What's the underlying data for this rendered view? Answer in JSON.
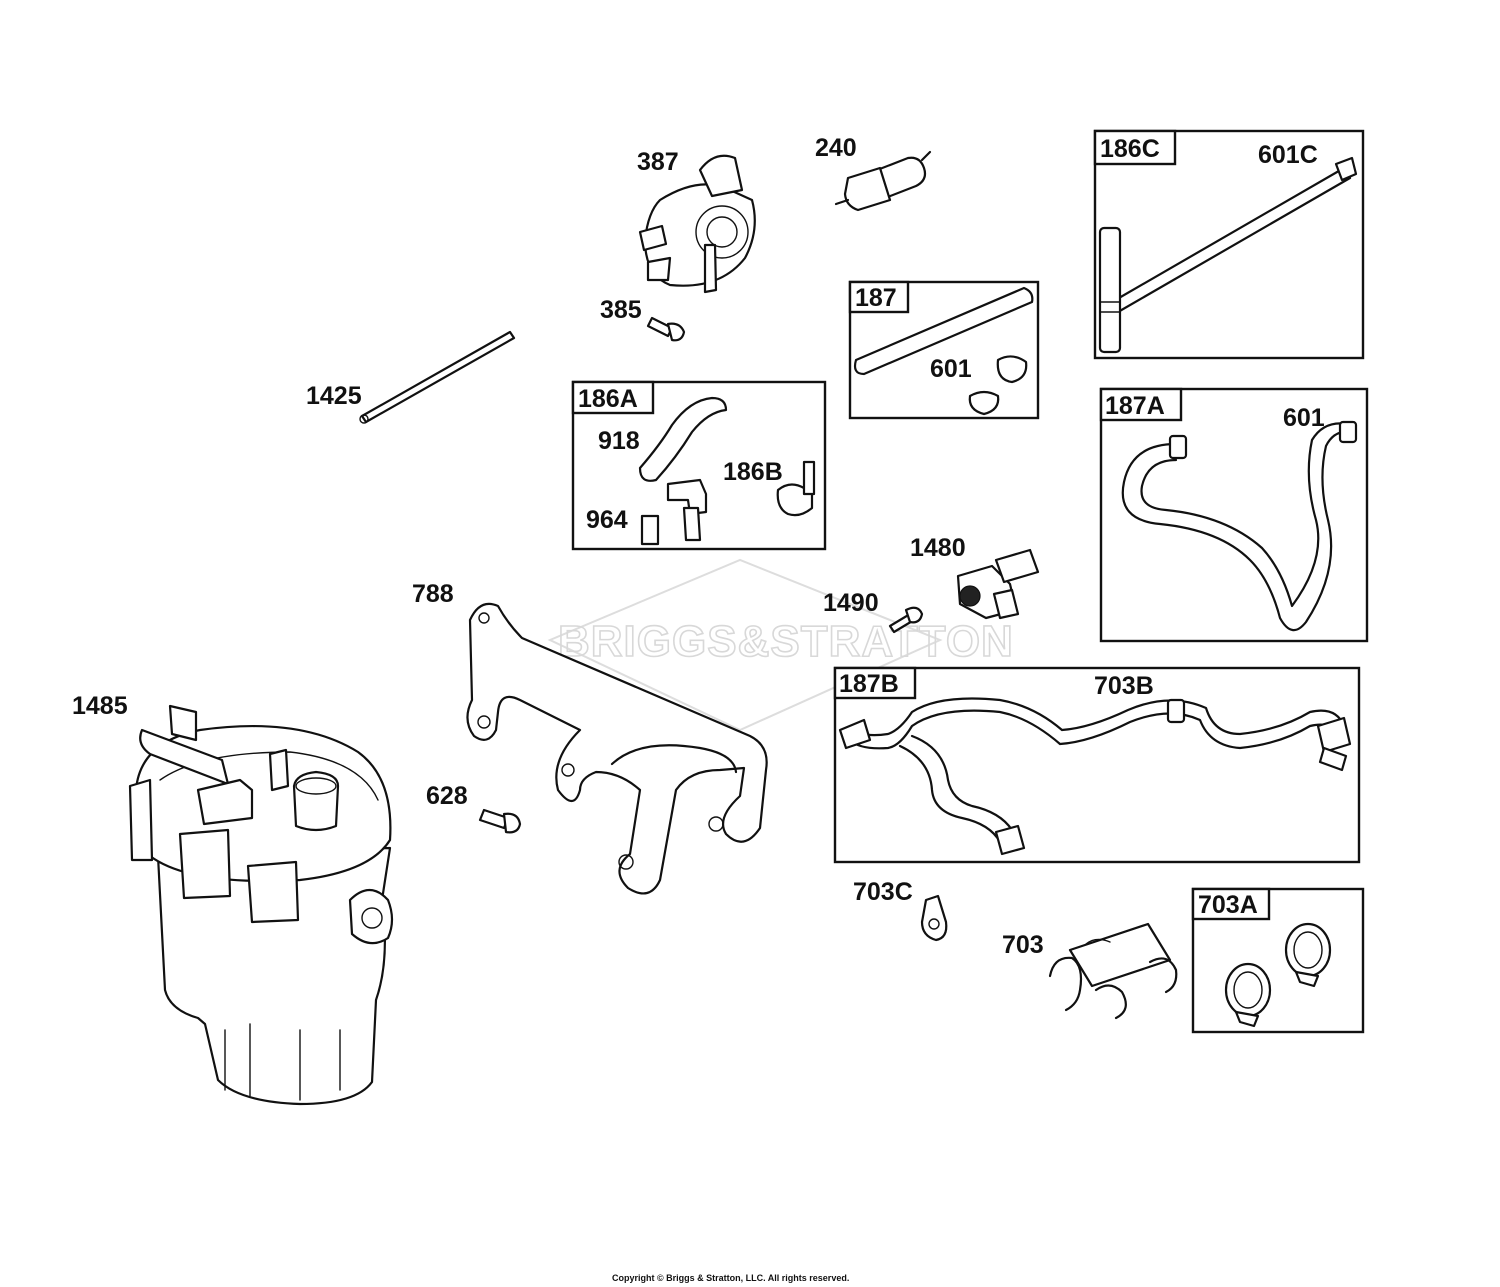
{
  "watermark": "BRIGGS&STRATTON",
  "copyright": "Copyright © Briggs & Stratton, LLC. All rights reserved.",
  "kits": {
    "k186c": "186C",
    "k187": "187",
    "k186a": "186A",
    "k187a": "187A",
    "k187b": "187B",
    "k703a": "703A"
  },
  "parts": {
    "p387": "387",
    "p240": "240",
    "p601c": "601C",
    "p385": "385",
    "p601_187": "601",
    "p1425": "1425",
    "p918": "918",
    "p186b": "186B",
    "p964": "964",
    "p601_187a": "601",
    "p1480": "1480",
    "p788": "788",
    "p1490": "1490",
    "p1485": "1485",
    "p703b": "703B",
    "p628": "628",
    "p703c": "703C",
    "p703": "703"
  }
}
